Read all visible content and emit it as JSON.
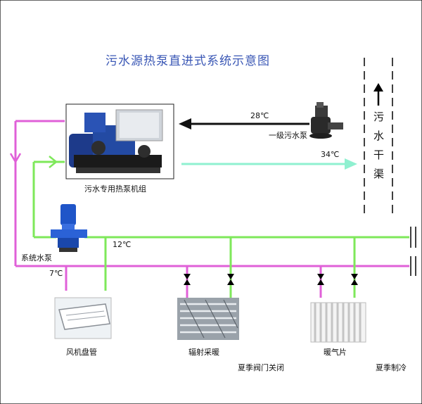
{
  "title": "污水源热泵直进式系统示意图",
  "labels": {
    "unit": "污水专用热泵机组",
    "sewage_pump": "一级污水泵",
    "system_pump": "系统水泵",
    "temp_out": "28℃",
    "temp_back": "34℃",
    "temp_supply": "12℃",
    "temp_return": "7℃",
    "fan_coil": "风机盘管",
    "radiant": "辐射采暖",
    "summer_valve": "夏季阀门关闭",
    "radiator": "暖气片",
    "summer_cooling": "夏季制冷"
  },
  "channel_chars": [
    "污",
    "水",
    "干",
    "渠"
  ],
  "colors": {
    "title": "#3a57b5",
    "supply_pipe": "#7ee85a",
    "return_pipe": "#e060d8",
    "sewage_in": "#111111",
    "sewage_out": "#8ff0d0",
    "valve": "#000000"
  },
  "icons": {
    "heat_pump_unit": "heat-pump-unit-icon",
    "sewage_pump": "submersible-pump-icon",
    "system_pump": "inline-pump-icon",
    "fan_coil": "fan-coil-icon",
    "radiant_floor": "radiant-floor-icon",
    "radiator": "radiator-icon",
    "valve": "valve-icon"
  }
}
